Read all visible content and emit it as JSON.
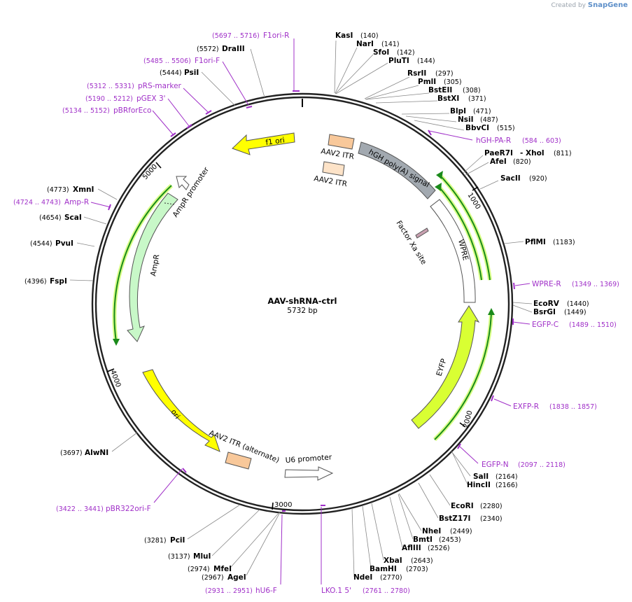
{
  "brand": {
    "prefix": "Created by",
    "name": "SnapGene"
  },
  "plasmid": {
    "name": "AAV-shRNA-ctrl",
    "size_label": "5732 bp",
    "length": 5732
  },
  "ticks": [
    {
      "pos": 1000,
      "label": "1000"
    },
    {
      "pos": 2000,
      "label": "2000"
    },
    {
      "pos": 3000,
      "label": "3000"
    },
    {
      "pos": 4000,
      "label": "4000"
    },
    {
      "pos": 5000,
      "label": "5000"
    }
  ],
  "enzymes": [
    {
      "name": "KasI",
      "pos": "(140)",
      "site": 140
    },
    {
      "name": "NarI",
      "pos": "(141)",
      "site": 141
    },
    {
      "name": "SfoI",
      "pos": "(142)",
      "site": 142
    },
    {
      "name": "PluTI",
      "pos": "(144)",
      "site": 144
    },
    {
      "name": "RsrII",
      "pos": "(297)",
      "site": 297
    },
    {
      "name": "PmlI",
      "pos": "(305)",
      "site": 305
    },
    {
      "name": "BstEII",
      "pos": "(308)",
      "site": 308
    },
    {
      "name": "BstXI",
      "pos": "(371)",
      "site": 371
    },
    {
      "name": "BlpI",
      "pos": "(471)",
      "site": 471
    },
    {
      "name": "NsiI",
      "pos": "(487)",
      "site": 487
    },
    {
      "name": "BbvCI",
      "pos": "(515)",
      "site": 515
    },
    {
      "name": "PaeR7I",
      "pos": "",
      "site": 811
    },
    {
      "name": "- XhoI",
      "pos": "(811)",
      "site": 811
    },
    {
      "name": "AfeI",
      "pos": "(820)",
      "site": 820
    },
    {
      "name": "SacII",
      "pos": "(920)",
      "site": 920
    },
    {
      "name": "PflMI",
      "pos": "(1183)",
      "site": 1183
    },
    {
      "name": "EcoRV",
      "pos": "(1440)",
      "site": 1440
    },
    {
      "name": "BsrGI",
      "pos": "(1449)",
      "site": 1449
    },
    {
      "name": "SalI",
      "pos": "(2164)",
      "site": 2164
    },
    {
      "name": "HincII",
      "pos": "(2166)",
      "site": 2166
    },
    {
      "name": "EcoRI",
      "pos": "(2280)",
      "site": 2280
    },
    {
      "name": "BstZ17I",
      "pos": "(2340)",
      "site": 2340
    },
    {
      "name": "NheI",
      "pos": "(2449)",
      "site": 2449
    },
    {
      "name": "BmtI",
      "pos": "(2453)",
      "site": 2453
    },
    {
      "name": "AflIII",
      "pos": "(2526)",
      "site": 2526
    },
    {
      "name": "XbaI",
      "pos": "(2643)",
      "site": 2643
    },
    {
      "name": "BamHI",
      "pos": "(2703)",
      "site": 2703
    },
    {
      "name": "NdeI",
      "pos": "(2770)",
      "site": 2770
    },
    {
      "name": "AgeI",
      "pos": "(2967)",
      "site": 2967
    },
    {
      "name": "MfeI",
      "pos": "(2974)",
      "site": 2974
    },
    {
      "name": "MluI",
      "pos": "(3137)",
      "site": 3137
    },
    {
      "name": "PciI",
      "pos": "(3281)",
      "site": 3281
    },
    {
      "name": "AlwNI",
      "pos": "(3697)",
      "site": 3697
    },
    {
      "name": "FspI",
      "pos": "(4396)",
      "site": 4396
    },
    {
      "name": "PvuI",
      "pos": "(4544)",
      "site": 4544
    },
    {
      "name": "ScaI",
      "pos": "(4654)",
      "site": 4654
    },
    {
      "name": "XmnI",
      "pos": "(4773)",
      "site": 4773
    },
    {
      "name": "PsiI",
      "pos": "(5444)",
      "site": 5444
    },
    {
      "name": "DraIII",
      "pos": "(5572)",
      "site": 5572
    }
  ],
  "primers": [
    {
      "name": "F1ori-R",
      "range": "(5697 .. 5716)",
      "site": 5706
    },
    {
      "name": "F1ori-F",
      "range": "(5485 .. 5506)",
      "site": 5495
    },
    {
      "name": "pRS-marker",
      "range": "(5312 .. 5331)",
      "site": 5321
    },
    {
      "name": "pGEX 3'",
      "range": "(5190 .. 5212)",
      "site": 5201
    },
    {
      "name": "pBRforEco",
      "range": "(5134 .. 5152)",
      "site": 5143
    },
    {
      "name": "hGH-PA-R",
      "range": "(584 .. 603)",
      "site": 593
    },
    {
      "name": "Amp-R",
      "range": "(4724 .. 4743)",
      "site": 4733
    },
    {
      "name": "WPRE-R",
      "range": "(1349 .. 1369)",
      "site": 1359
    },
    {
      "name": "EGFP-C",
      "range": "(1489 .. 1510)",
      "site": 1499
    },
    {
      "name": "EXFP-R",
      "range": "(1838 .. 1857)",
      "site": 1847
    },
    {
      "name": "EGFP-N",
      "range": "(2097 .. 2118)",
      "site": 2107
    },
    {
      "name": "pBR322ori-F",
      "range": "(3422 .. 3441)",
      "site": 3431
    },
    {
      "name": "hU6-F",
      "range": "(2931 .. 2951)",
      "site": 2941
    },
    {
      "name": "LKO.1 5'",
      "range": "(2761 .. 2780)",
      "site": 2770
    }
  ],
  "features": [
    {
      "name": "f1 ori",
      "color": "#ffff00"
    },
    {
      "name": "AAV2 ITR",
      "color": "#f8c89a"
    },
    {
      "name": "AAV2 ITR",
      "color": "#fde3c8"
    },
    {
      "name": "hGH poly(A) signal",
      "color": "#a2a9b0"
    },
    {
      "name": "Factor Xa site",
      "color": "#c8a0b0"
    },
    {
      "name": "WPRE",
      "color": "#ffffff"
    },
    {
      "name": "EYFP",
      "color": "#d9ff33"
    },
    {
      "name": "U6 promoter",
      "color": "#ffffff"
    },
    {
      "name": "AAV2 ITR (alternate)",
      "color": "#f8c89a"
    },
    {
      "name": "ori",
      "color": "#ffff00"
    },
    {
      "name": "AmpR",
      "color": "#c8f8c8"
    },
    {
      "name": "AmpR promoter",
      "color": "#ffffff"
    }
  ],
  "colors": {
    "primer": "#a030c8",
    "outer_arrow": "#22c422",
    "outer_arrow_glow": "#d9ff88"
  }
}
